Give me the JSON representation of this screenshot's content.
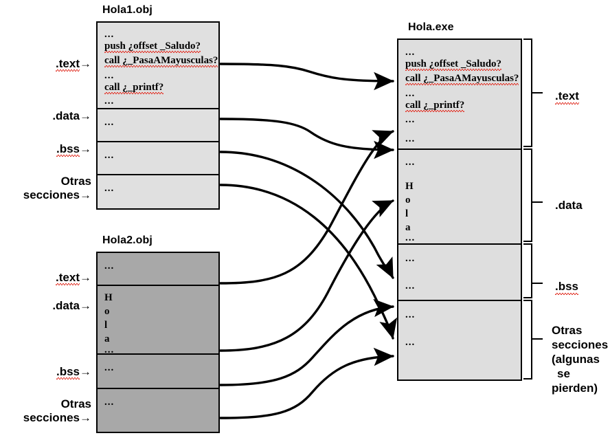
{
  "diagram": {
    "title_obj1": "Hola1.obj",
    "title_obj2": "Hola2.obj",
    "title_exe": "Hola.exe",
    "ellipsis": "...",
    "code_lines": {
      "push": "push ¿offset _Saludo?",
      "call_mayusculas": "call ¿_PasaAMayusculas?",
      "call_printf": "call ¿_printf?"
    },
    "hola_letters": [
      "H",
      "o",
      "l",
      "a"
    ],
    "colors": {
      "obj1_fill": "#e0e0e0",
      "obj2_fill": "#a8a8a8",
      "exe_fill": "#dedede",
      "stroke": "#000000",
      "spellcheck_red": "#e23b30"
    }
  },
  "left_labels_obj1": [
    {
      "id": "text",
      "line1": ".text",
      "line2": "",
      "arrow": "→"
    },
    {
      "id": "data",
      "line1": ".data",
      "line2": "",
      "arrow": "→"
    },
    {
      "id": "bss",
      "line1": ".bss",
      "line2": "",
      "arrow": "→"
    },
    {
      "id": "otras",
      "line1": "Otras",
      "line2": "secciones",
      "arrow": "→"
    }
  ],
  "left_labels_obj2": [
    {
      "id": "text",
      "line1": ".text",
      "line2": "",
      "arrow": "→"
    },
    {
      "id": "data",
      "line1": ".data",
      "line2": "",
      "arrow": "→"
    },
    {
      "id": "bss",
      "line1": ".bss",
      "line2": "",
      "arrow": "→"
    },
    {
      "id": "otras",
      "line1": "Otras",
      "line2": "secciones",
      "arrow": "→"
    }
  ],
  "right_labels_exe": [
    {
      "id": "text",
      "line1": ".text",
      "line2": "",
      "line3": "",
      "line4": ""
    },
    {
      "id": "data",
      "line1": ".data",
      "line2": "",
      "line3": "",
      "line4": ""
    },
    {
      "id": "bss",
      "line1": ".bss",
      "line2": "",
      "line3": "",
      "line4": ""
    },
    {
      "id": "otras",
      "line1": "Otras",
      "line2": "secciones",
      "line3": "(algunas",
      "line4": "se",
      "line5": "pierden)"
    }
  ],
  "obj1_sections": [
    {
      "id": "text",
      "kind": "code"
    },
    {
      "id": "data",
      "kind": "dots"
    },
    {
      "id": "bss",
      "kind": "dots"
    },
    {
      "id": "otras",
      "kind": "dots"
    }
  ],
  "obj2_sections": [
    {
      "id": "text",
      "kind": "dots"
    },
    {
      "id": "data",
      "kind": "hola"
    },
    {
      "id": "bss",
      "kind": "dots"
    },
    {
      "id": "otras",
      "kind": "dots"
    }
  ],
  "exe_sections": [
    {
      "id": "text",
      "kind": "code"
    },
    {
      "id": "data",
      "kind": "hola"
    },
    {
      "id": "bss",
      "kind": "dots"
    },
    {
      "id": "otras",
      "kind": "dots"
    }
  ]
}
